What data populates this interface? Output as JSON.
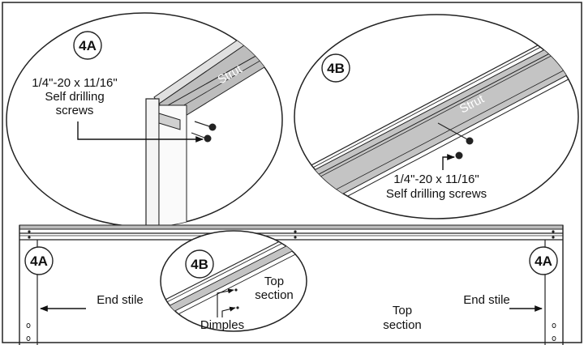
{
  "detail_4a": {
    "badge": "4A",
    "strut_label": "Strut",
    "screw_label_line1": "1/4\"-20 x 11/16\"",
    "screw_label_line2": "Self drilling",
    "screw_label_line3": "screws"
  },
  "detail_4b": {
    "badge": "4B",
    "strut_label": "Strut",
    "screw_label_line1": "1/4\"-20 x 11/16\"",
    "screw_label_line2": "Self drilling screws"
  },
  "overview": {
    "left_badge": "4A",
    "right_badge": "4A",
    "center_badge": "4B",
    "left_end_stile": "End stile",
    "right_end_stile": "End stile",
    "top_section_line1": "Top",
    "top_section_line2": "section",
    "inset_top_line1": "Top",
    "inset_top_line2": "section",
    "inset_dimples": "Dimples"
  }
}
